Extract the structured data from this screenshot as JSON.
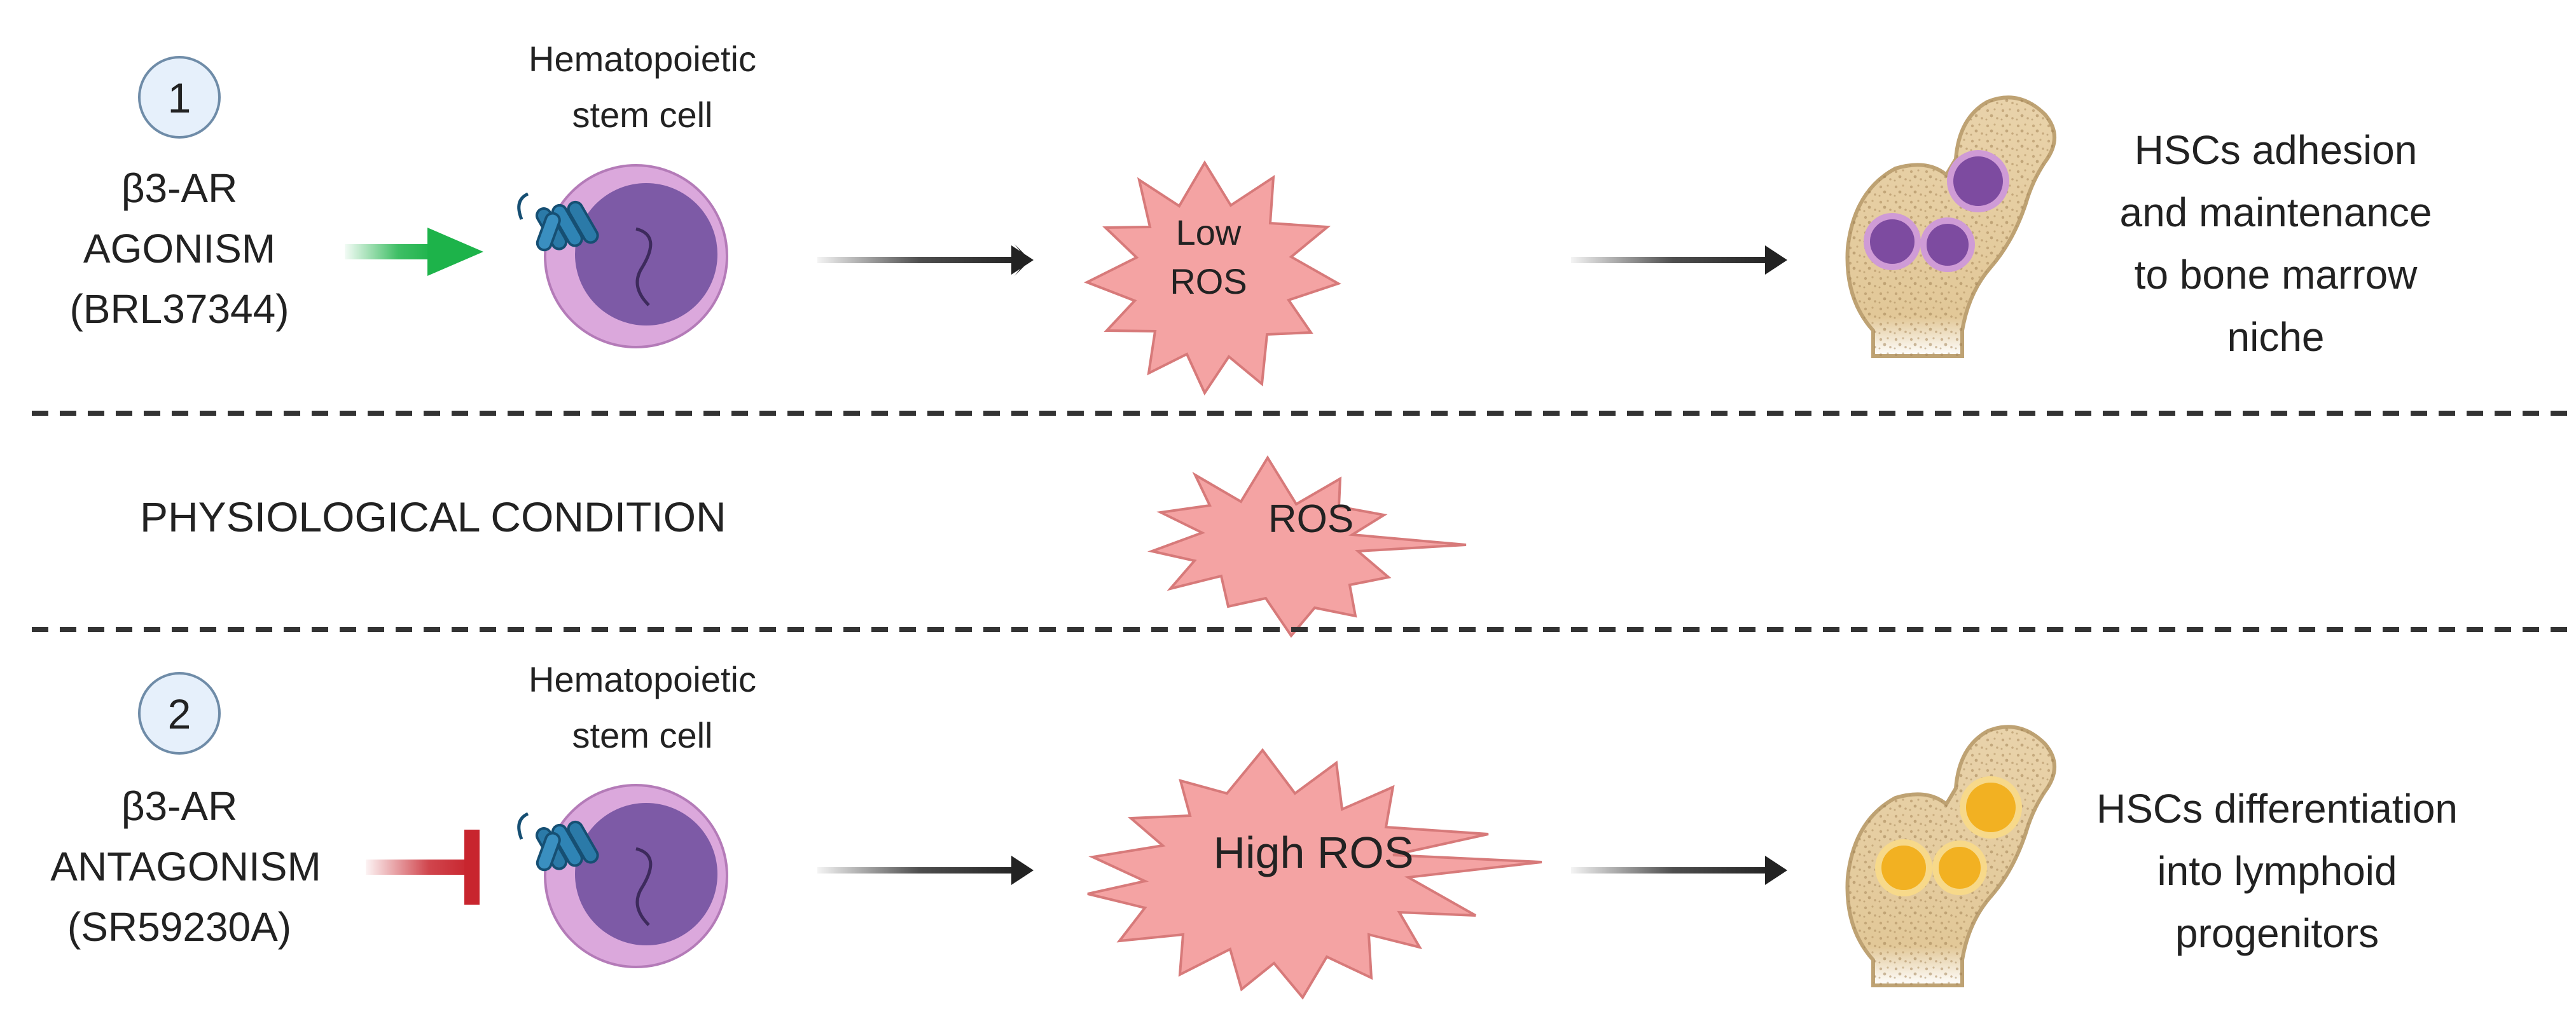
{
  "panel1": {
    "number": "1",
    "drug_line1": "β3-AR",
    "drug_line2": "AGONISM",
    "drug_line3": "(BRL37344)",
    "cell_label_line1": "Hematopoietic",
    "cell_label_line2": "stem cell",
    "ros_line1": "Low",
    "ros_line2": "ROS",
    "outcome_line1": "HSCs adhesion",
    "outcome_line2": "and maintenance",
    "outcome_line3": "to bone marrow",
    "outcome_line4": "niche"
  },
  "middle": {
    "condition": "PHYSIOLOGICAL CONDITION",
    "ros": "ROS"
  },
  "panel2": {
    "number": "2",
    "drug_line1": "β3-AR",
    "drug_line2": "ANTAGONISM",
    "drug_line3": "(SR59230A)",
    "cell_label_line1": "Hematopoietic",
    "cell_label_line2": "stem cell",
    "ros": "High ROS",
    "outcome_line1": "HSCs differentiation",
    "outcome_line2": "into lymphoid",
    "outcome_line3": "progenitors"
  },
  "colors": {
    "agonist_arrow": "#1db34a",
    "antagonist_bar": "#c8252e",
    "ros_fill": "#f4a3a3",
    "ros_stroke": "#d77a7a",
    "cell_outer": "#dba8dc",
    "cell_inner": "#7d5aa6",
    "receptor": "#2b7aa8",
    "bone_fill": "#e5cda2",
    "bone_stroke": "#bea273",
    "hsc_niche": "#7d4ba0",
    "lymphoid": "#f2b122",
    "badge_fill": "#e6f0fb",
    "badge_stroke": "#6f8ca8"
  }
}
